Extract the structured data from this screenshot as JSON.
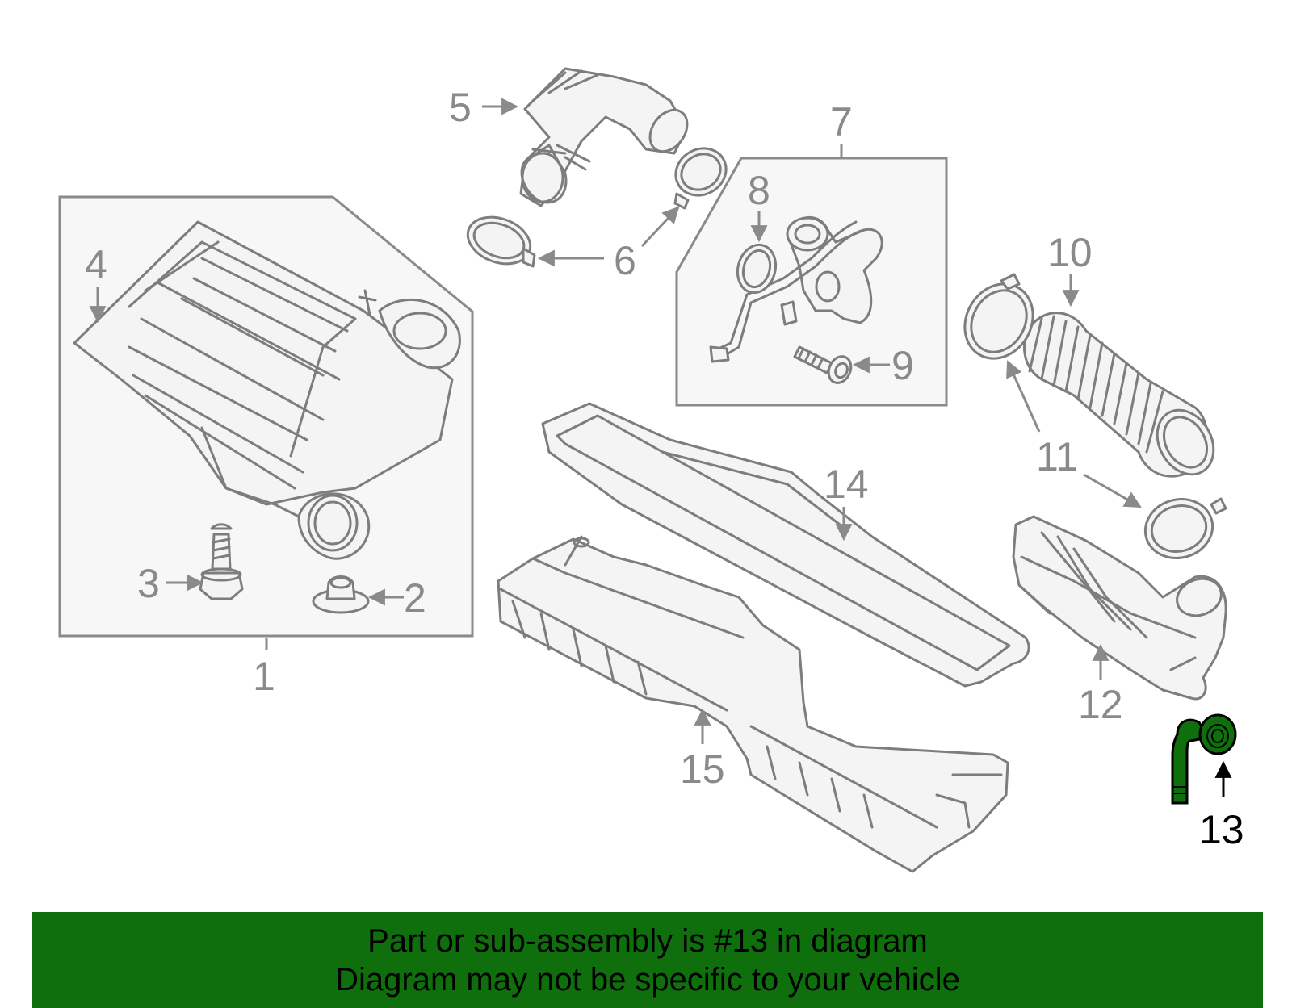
{
  "diagram": {
    "highlighted_part": "13",
    "callouts": {
      "c1": "1",
      "c2": "2",
      "c3": "3",
      "c4": "4",
      "c5": "5",
      "c6": "6",
      "c7": "7",
      "c8": "8",
      "c9": "9",
      "c10": "10",
      "c11": "11",
      "c12": "12",
      "c13": "13",
      "c14": "14",
      "c15": "15"
    },
    "colors": {
      "line_art": "#7d7d7d",
      "callout_text": "#8a8a8a",
      "highlight_fill": "#0f6f0c",
      "highlight_text": "#000000",
      "banner_background": "#0f6f0c"
    }
  },
  "banner": {
    "line1": "Part or sub-assembly is #13 in diagram",
    "line2": "Diagram may not be specific to your vehicle"
  }
}
